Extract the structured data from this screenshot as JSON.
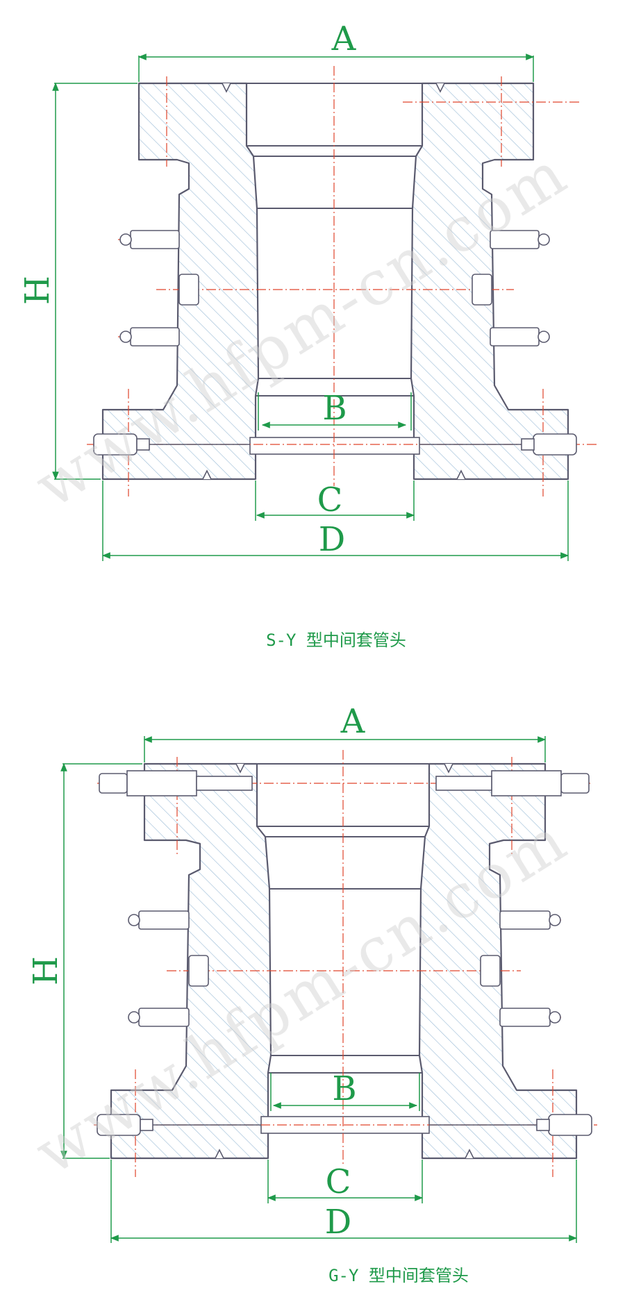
{
  "watermark_text": "www.hfpm-cn.com",
  "diagrams": [
    {
      "id": "s-y",
      "caption": "S-Y 型中间套管头",
      "labels": {
        "A": "A",
        "B": "B",
        "C": "C",
        "D": "D",
        "H": "H"
      }
    },
    {
      "id": "g-y",
      "caption": "G-Y 型中间套管头",
      "labels": {
        "A": "A",
        "B": "B",
        "C": "C",
        "D": "D",
        "H": "H"
      }
    }
  ],
  "colors": {
    "outline": "#5a5a6e",
    "hatch": "#9fbfd8",
    "centerline": "#e0442a",
    "dimension": "#1f9a4a",
    "caption": "#1f9a4a",
    "watermark": "#cfcfcf"
  }
}
